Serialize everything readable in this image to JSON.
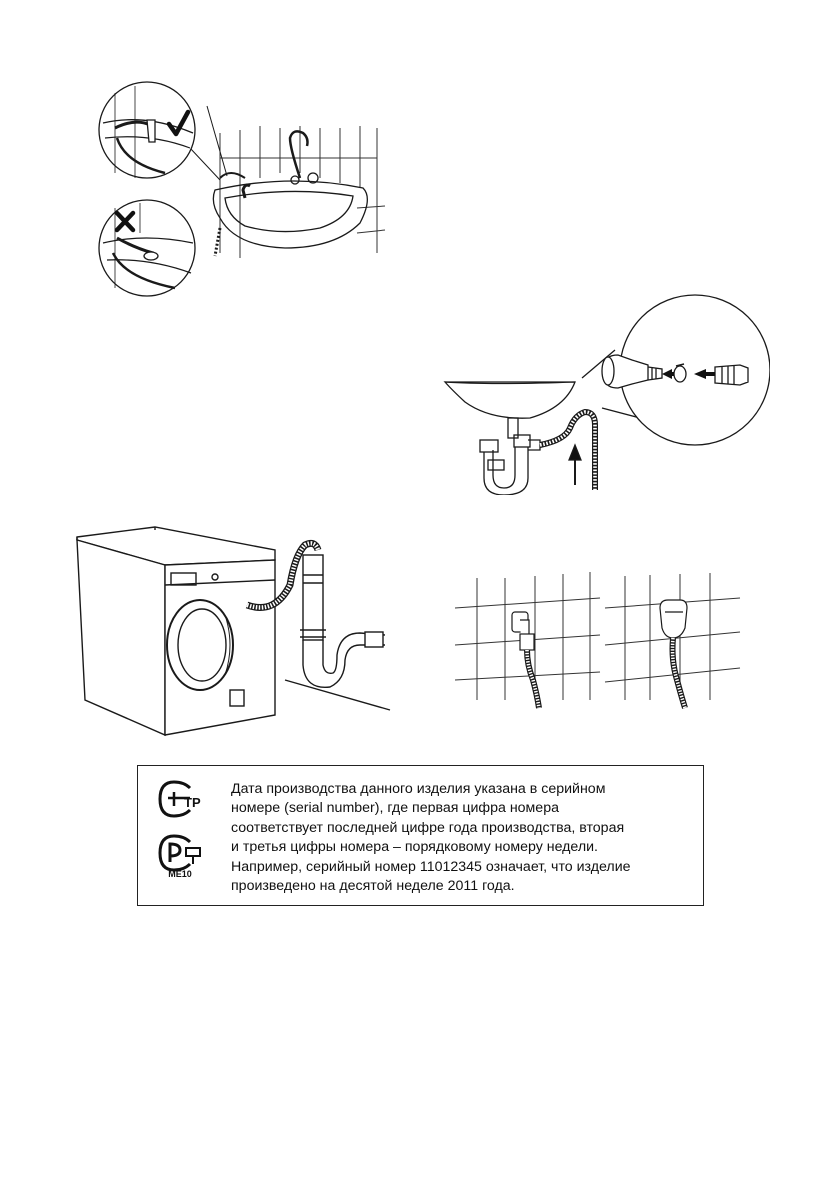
{
  "figures": {
    "sink_hook": {
      "correct_mark": "check-icon",
      "wrong_mark": "cross-icon"
    },
    "siphon_connection": {
      "flow_arrow": "arrow-up-icon",
      "assembly_arrows": "arrow-left-icon"
    },
    "washer_standpipe": {},
    "wall_drain": {}
  },
  "certification": {
    "logo_1": "eac-tr-mark",
    "logo_2": "rst-certification-mark",
    "logo_code": "ME10",
    "text_lines": [
      "Дата производства данного изделия указана в серийном",
      "номере (serial number), где первая цифра номера",
      "соответствует последней цифре года производства, вторая",
      "и третья цифры номера – порядковому номеру недели.",
      "Например, серийный номер 11012345 означает, что изделие",
      "произведено на десятой неделе 2011 года."
    ]
  }
}
